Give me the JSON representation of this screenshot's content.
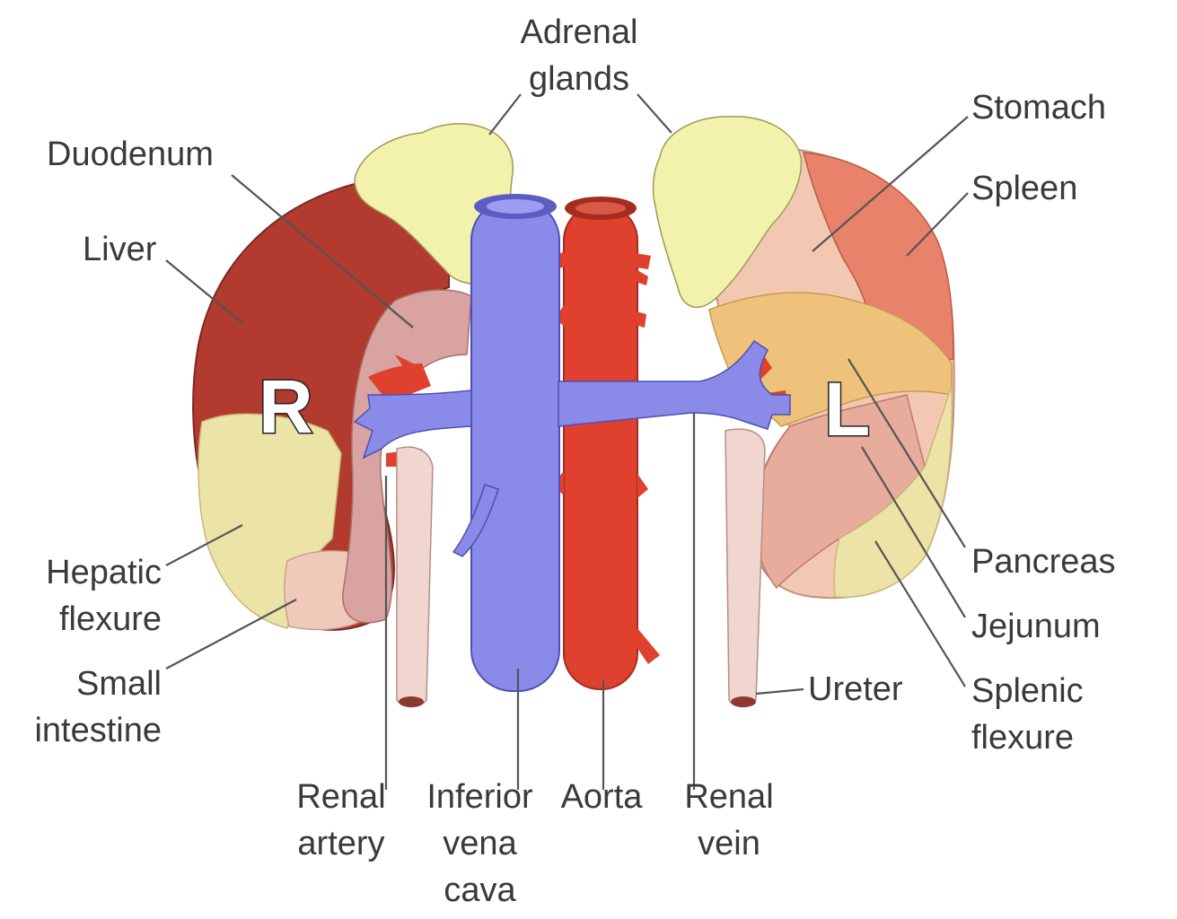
{
  "labels": {
    "adrenal_glands": "Adrenal\nglands",
    "duodenum": "Duodenum",
    "liver": "Liver",
    "hepatic_flexure": "Hepatic\nflexure",
    "small_intestine": "Small\nintestine",
    "renal_artery": "Renal\nartery",
    "inferior_vena_cava": "Inferior\nvena\ncava",
    "aorta": "Aorta",
    "renal_vein": "Renal\nvein",
    "ureter": "Ureter",
    "stomach": "Stomach",
    "spleen": "Spleen",
    "pancreas": "Pancreas",
    "jejunum": "Jejunum",
    "splenic_flexure": "Splenic\nflexure",
    "right_side": "R",
    "left_side": "L"
  },
  "colors": {
    "liver": "#b33a2e",
    "adrenal": "#f3f2ad",
    "vena_cava": "#8a8ae8",
    "aorta": "#e0402e",
    "hepatic_flexure": "#ece3a6",
    "small_intestine": "#efcabb",
    "duodenum": "#d8a3a0",
    "stomach": "#f2c8b2",
    "spleen": "#e8826a",
    "pancreas": "#eec27a",
    "jejunum": "#e8ac9c",
    "splenic_flexure": "#eee3a6",
    "ureter": "#f0d6cf",
    "leader_line": "#555555"
  }
}
